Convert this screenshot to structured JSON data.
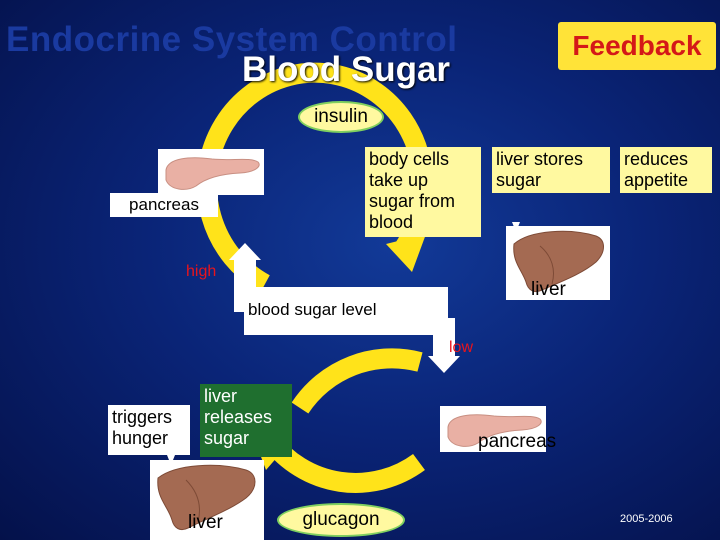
{
  "title": {
    "background": "Endocrine System Control",
    "main": "Blood Sugar"
  },
  "feedback_label": "Feedback",
  "upper_cycle": {
    "hormone": "insulin",
    "gland": "pancreas",
    "trigger": "high",
    "effects": [
      "body cells take up sugar from blood",
      "liver stores sugar",
      "reduces appetite"
    ],
    "organ": "liver"
  },
  "center_label": "blood sugar level",
  "lower_cycle": {
    "hormone": "glucagon",
    "gland": "pancreas",
    "trigger": "low",
    "effects": [
      "triggers hunger",
      "liver releases sugar"
    ],
    "organ": "liver"
  },
  "year": "2005-2006",
  "colors": {
    "background": "#0a2477",
    "arrow": "#ffe31a",
    "effect_box": "#fff9a0",
    "feedback_box": "#ffe338",
    "feedback_text": "#d41818",
    "trigger_text": "#e8141c",
    "organ": "#a46a52"
  }
}
